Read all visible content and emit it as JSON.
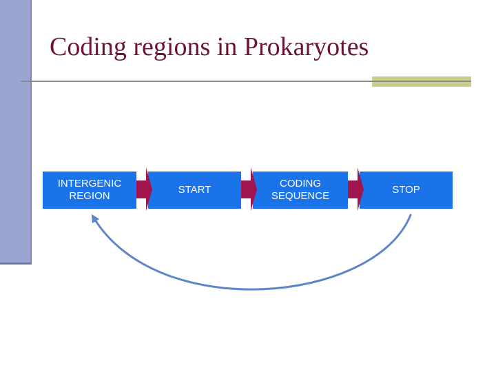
{
  "slide": {
    "title": "Coding regions in Prokaryotes"
  },
  "diagram": {
    "boxes": [
      {
        "label": "INTERGENIC\nREGION"
      },
      {
        "label": "START"
      },
      {
        "label": "CODING\nSEQUENCE"
      },
      {
        "label": "STOP"
      }
    ],
    "colors": {
      "box_fill": "#1a73e8",
      "connector_fill": "#a0154e",
      "loop_arrow": "#5b87c9",
      "title": "#6b1438"
    }
  }
}
